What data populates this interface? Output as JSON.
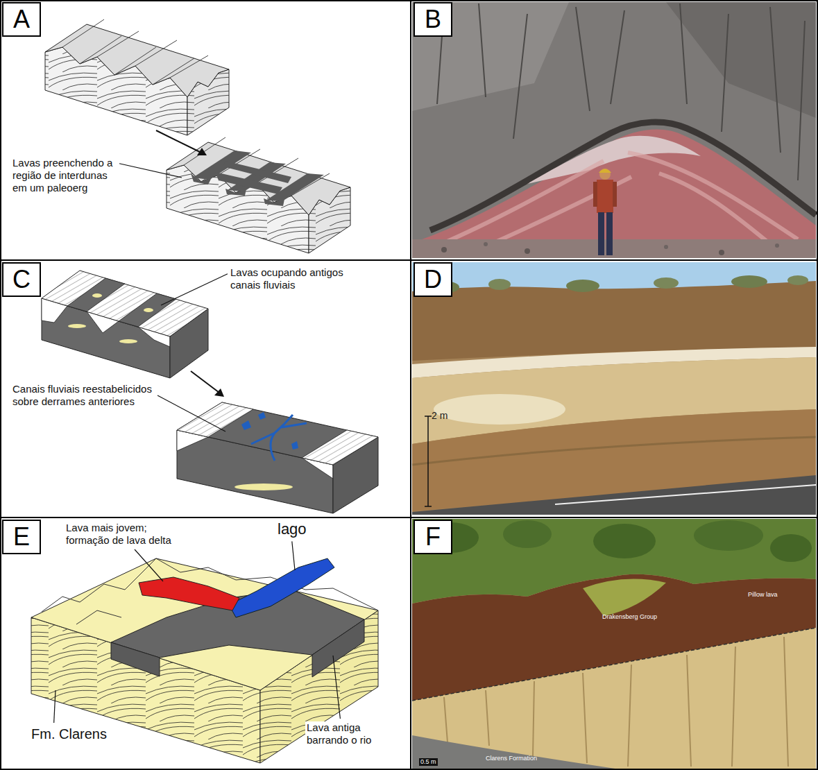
{
  "diagram": {
    "nodes": [
      {
        "text": [
          "A"
        ]
      },
      {
        "text": [
          "B"
        ]
      },
      {
        "text": [
          "C"
        ]
      },
      {
        "text": [
          "D"
        ]
      },
      {
        "text": [
          "E"
        ]
      },
      {
        "text": [
          "F"
        ]
      }
    ],
    "labels": [
      "Lavas preenchendo a região de interdunas em um paleoerg",
      "Lavas ocupando antigos canais fluviais",
      "Canais fluviais reestabelicidos sobre derrames anteriores",
      "2 m",
      "Lava mais jovem; formação de lava delta",
      "lago",
      "Fm. Clarens",
      "Lava antiga barrando o rio",
      "Drakensberg Group",
      "Pillow lava",
      "Clarens Formation",
      "0.5 m"
    ]
  }
}
